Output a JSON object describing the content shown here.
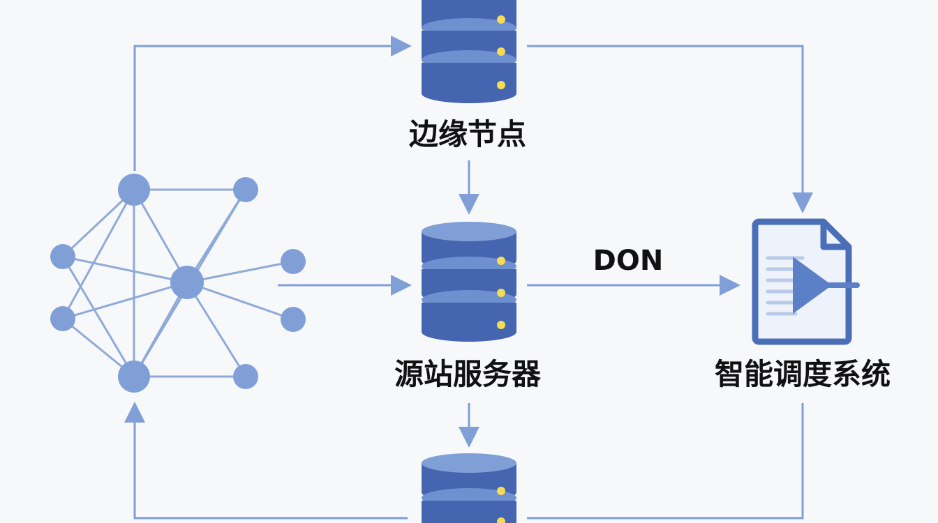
{
  "diagram": {
    "colors": {
      "accent": "#4a6fb8",
      "line": "#7f9fd6",
      "node": "#7f9fd6",
      "db_body": "#4565b0",
      "db_top": "#7f9fd6",
      "db_dot": "#f5dc55",
      "text": "#111111",
      "background": "#f7f8fa"
    },
    "nodes": {
      "edge_node": {
        "label": "边缘节点",
        "icon": "database-icon"
      },
      "origin_server": {
        "label": "源站服务器",
        "icon": "database-icon"
      },
      "bottom_server": {
        "icon": "database-icon"
      },
      "scheduler": {
        "label": "智能调度系统",
        "icon": "document-play-icon"
      },
      "network": {
        "icon": "network-graph-icon"
      }
    },
    "edges": {
      "origin_to_scheduler": {
        "label": "DON"
      }
    }
  }
}
